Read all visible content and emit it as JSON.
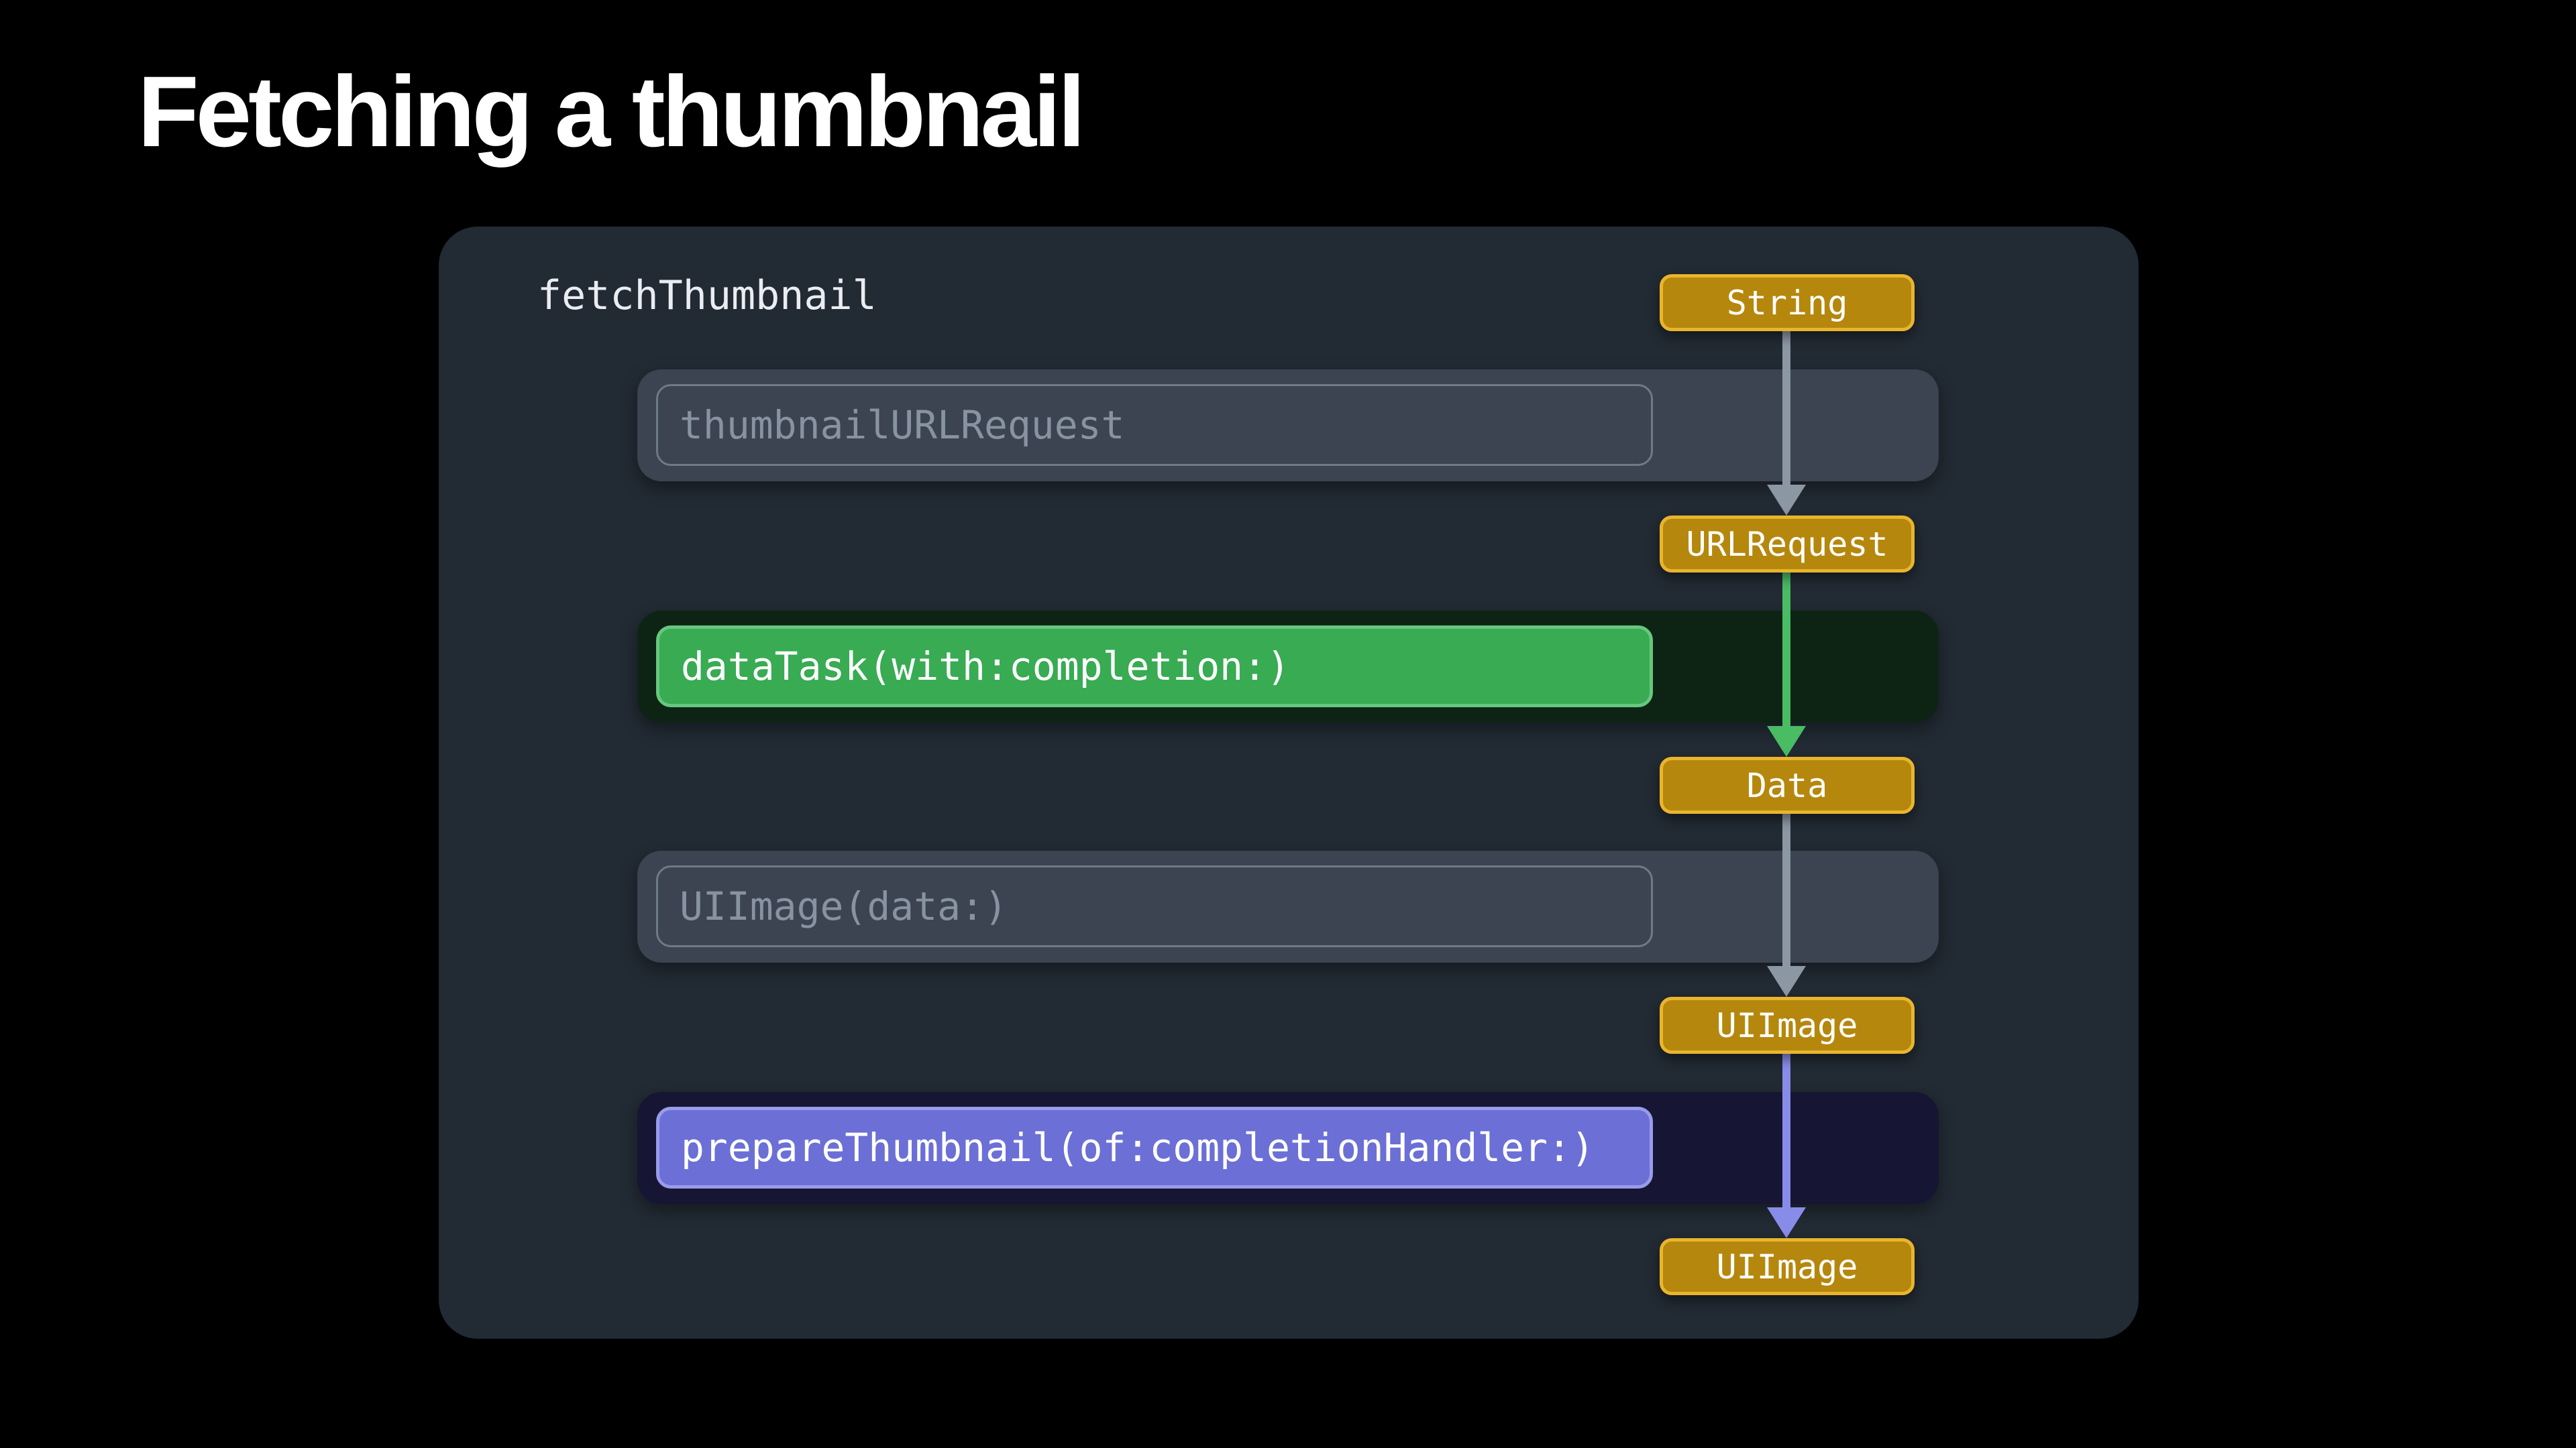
{
  "title": "Fetching a thumbnail",
  "panel": {
    "function_label": "fetchThumbnail",
    "rows": [
      {
        "label": "thumbnailURLRequest",
        "state": "pending"
      },
      {
        "label": "dataTask(with:completion:)",
        "state": "active-green"
      },
      {
        "label": "UIImage(data:)",
        "state": "pending"
      },
      {
        "label": "prepareThumbnail(of:completionHandler:)",
        "state": "active-purple"
      }
    ],
    "badges": [
      {
        "label": "String"
      },
      {
        "label": "URLRequest"
      },
      {
        "label": "Data"
      },
      {
        "label": "UIImage"
      },
      {
        "label": "UIImage"
      }
    ],
    "arrows": [
      {
        "from": "String",
        "to": "URLRequest",
        "color": "gray"
      },
      {
        "from": "URLRequest",
        "to": "Data",
        "color": "green"
      },
      {
        "from": "Data",
        "to": "UIImage",
        "color": "gray"
      },
      {
        "from": "UIImage",
        "to": "UIImage",
        "color": "purple"
      }
    ]
  },
  "colors": {
    "background": "#000000",
    "panel-bg": "#222A33",
    "row-gray-bg": "#3B4450",
    "row-green-bg": "#0D2414",
    "row-purple-bg": "#161634",
    "pending-border": "#6F7A88",
    "pending-text": "#8893A1",
    "green-fill": "#38AB53",
    "green-border": "#68C77F",
    "purple-fill": "#6B6FD6",
    "purple-border": "#999CE9",
    "badge-fill": "#B5870D",
    "badge-border": "#E9B52D",
    "arrow-gray": "#8C97A4",
    "arrow-green": "#49BC64",
    "arrow-purple": "#888CE9",
    "title-text": "#FFFFFF",
    "label-text": "#E9EDF2"
  }
}
